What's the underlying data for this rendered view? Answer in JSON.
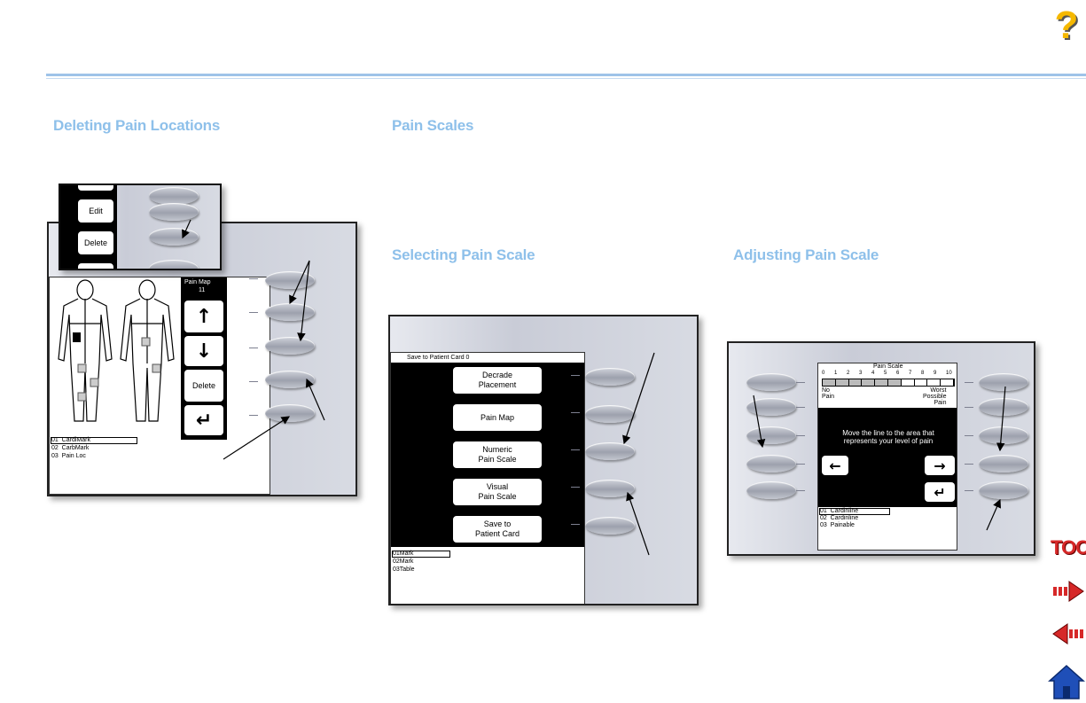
{
  "help": {
    "glyph": "?"
  },
  "headings": {
    "deleting": "Deleting Pain Locations",
    "scales": "Pain Scales",
    "selecting": "Selecting Pain Scale",
    "adjusting": "Adjusting Pain Scale"
  },
  "panel1": {
    "inset_buttons": [
      "Edit",
      "Delete"
    ],
    "title": "Pain Map",
    "title_sub": "11",
    "up": "↑",
    "down": "↓",
    "delete": "Delete",
    "enter": "↵",
    "list": [
      "01  CardiMark",
      "02  CarbMark",
      "03  Pain Loc"
    ]
  },
  "panel2": {
    "header": "Save to Patient Card 0",
    "buttons": [
      "Decrade\nPlacement",
      "Pain Map",
      "Numeric\nPain Scale",
      "Visual\nPain Scale",
      "Save to\nPatient Card"
    ],
    "list": [
      "01Mark",
      "02Mark",
      "03Table"
    ]
  },
  "panel3": {
    "title": "Pain Scale",
    "scale_numbers": [
      "0",
      "1",
      "2",
      "3",
      "4",
      "5",
      "6",
      "7",
      "8",
      "9",
      "10"
    ],
    "left_label": "No\nPain",
    "right_label": "Worst\nPossible\nPain",
    "instruction": "Move the line to the area that\nrepresents your level of pain",
    "left": "←",
    "right": "→",
    "enter": "↵",
    "list": [
      "01  Cardinline",
      "02  Cardinline",
      "03  Painable"
    ]
  },
  "nav": {
    "toc": "TOC"
  }
}
